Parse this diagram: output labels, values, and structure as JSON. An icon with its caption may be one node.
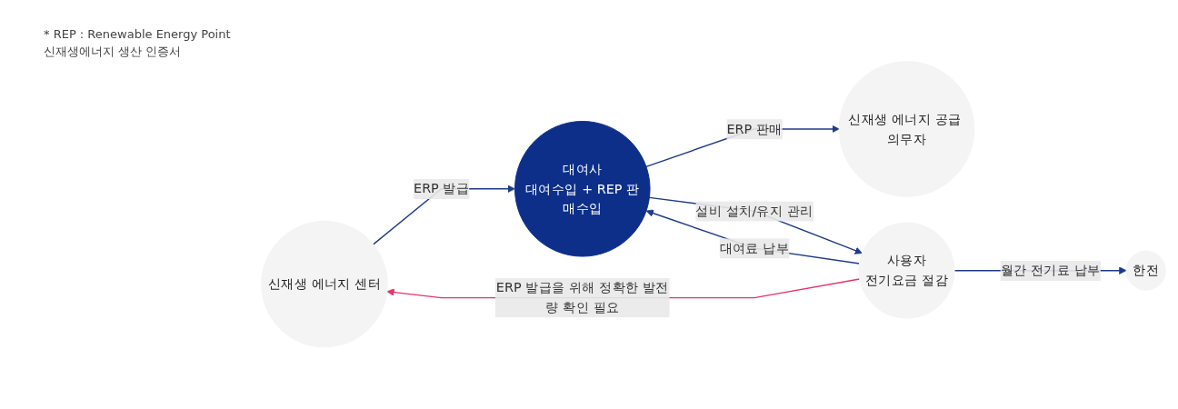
{
  "diagram": {
    "nodes": [
      {
        "text": [
          "신재생 에너지 센터"
        ]
      },
      {
        "text": [
          "한전"
        ]
      },
      {
        "text": [
          "신재생 에너지 공급 의무자"
        ]
      },
      {
        "text": [
          "대여사",
          "대여수입 + REP 판매수입"
        ]
      },
      {
        "text": [
          "사용자",
          "전기요금 절감"
        ]
      }
    ],
    "edges": [
      {
        "from": 0,
        "to": 3,
        "arrow": "to",
        "label": "ERP 발급"
      },
      {
        "from": 4,
        "to": 0,
        "arrow": "to",
        "label": "ERP 발급을 위해 정확한 발전량 확인 필요",
        "color": "#e8336a"
      },
      {
        "from": 4,
        "to": 1,
        "arrow": "to",
        "label": "월간 전기료 납부"
      },
      {
        "from": 3,
        "to": 2,
        "arrow": "to",
        "label": "ERP 판매"
      },
      {
        "from": 4,
        "to": 3,
        "arrow": "to",
        "label": "대여료 납부"
      },
      {
        "from": 3,
        "to": 4,
        "arrow": "to",
        "label": "설비 설치/유지 관리"
      }
    ],
    "labels": [
      "* REP : Renewable Energy Point",
      "신재생에너지 생산 인증서"
    ]
  }
}
